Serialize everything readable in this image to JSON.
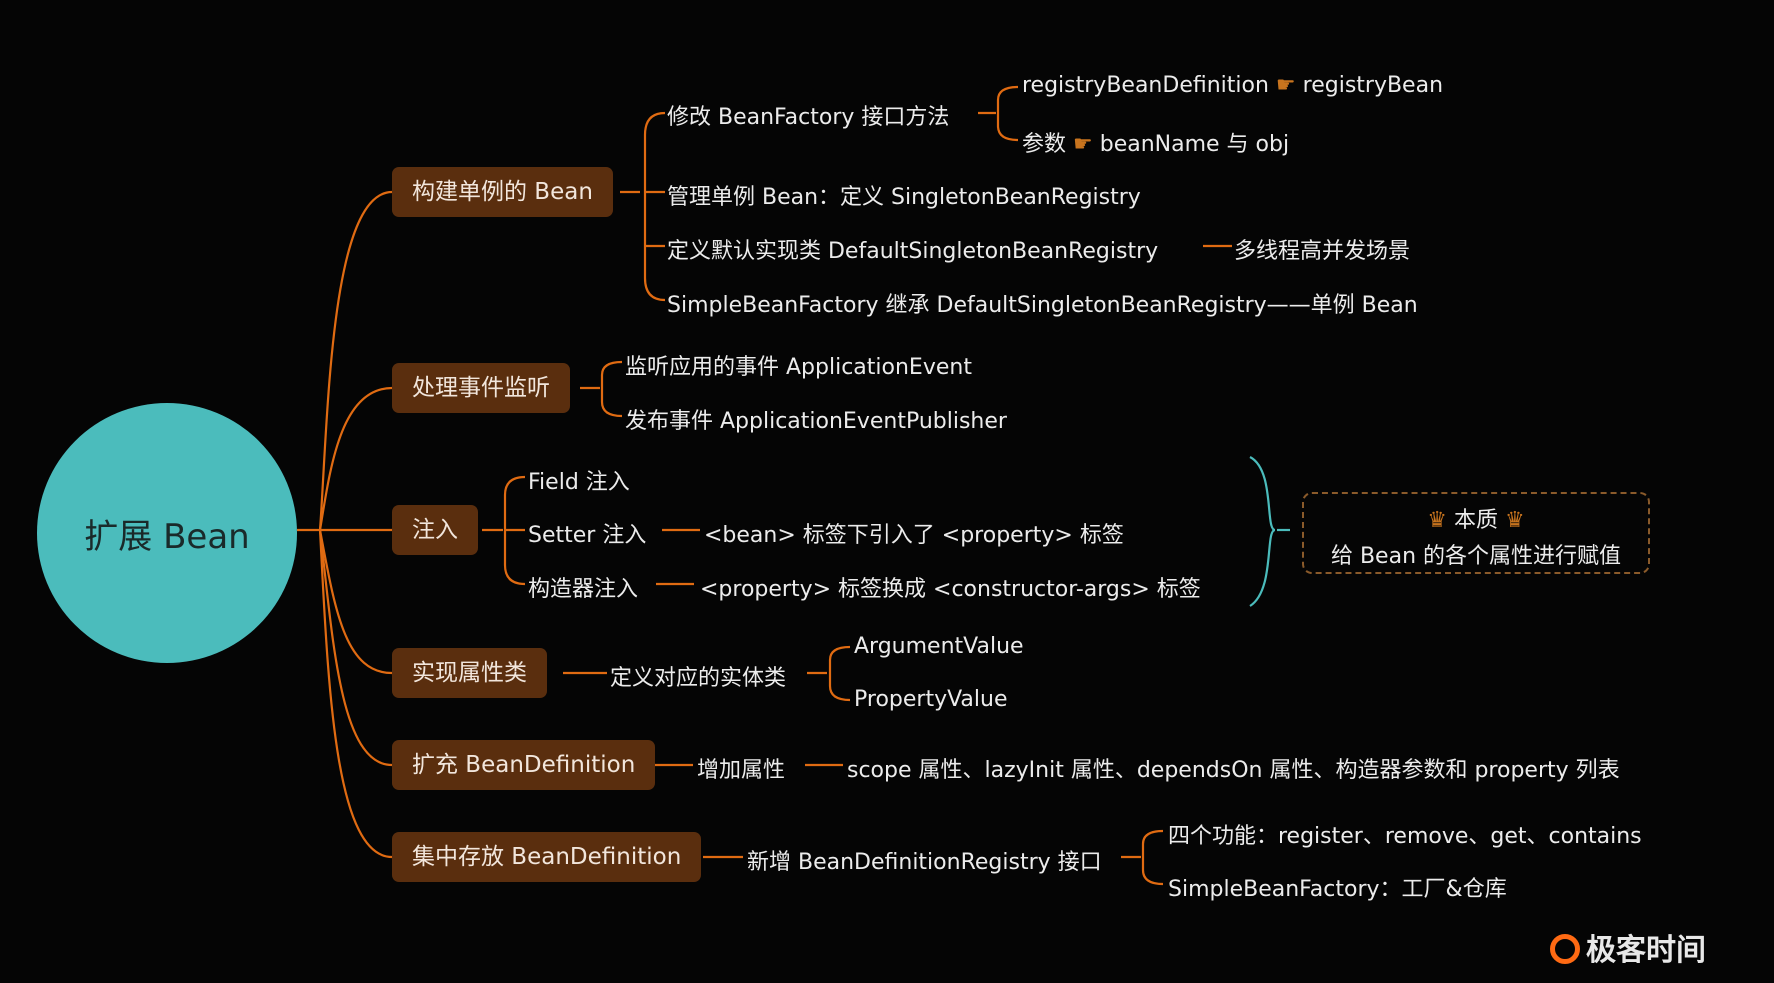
{
  "colors": {
    "background": "#050505",
    "root": "#4bbcbc",
    "branch": "#5a2e0e",
    "line": "#e06b12"
  },
  "root": "扩展 Bean",
  "branches": {
    "b1": {
      "label": "构建单例的 Bean",
      "l1": "修改 BeanFactory 接口方法",
      "l1a": "registryBeanDefinition",
      "l1a_b": "registryBean",
      "l1b": "参数",
      "l1b_b": "beanName 与 obj",
      "l2": "管理单例 Bean：定义 SingletonBeanRegistry",
      "l3": "定义默认实现类 DefaultSingletonBeanRegistry",
      "l3a": "多线程高并发场景",
      "l4": "SimpleBeanFactory 继承 DefaultSingletonBeanRegistry——单例 Bean"
    },
    "b2": {
      "label": "处理事件监听",
      "l1": "监听应用的事件 ApplicationEvent",
      "l2": "发布事件 ApplicationEventPublisher"
    },
    "b3": {
      "label": "注入",
      "l1": "Field 注入",
      "l2": "Setter 注入",
      "l2a": "<bean> 标签下引入了 <property> 标签",
      "l3": "构造器注入",
      "l3a": "<property> 标签换成 <constructor-args> 标签",
      "summary_title": "本质",
      "summary_text": "给 Bean 的各个属性进行赋值"
    },
    "b4": {
      "label": "实现属性类",
      "l1": "定义对应的实体类",
      "l1a": "ArgumentValue",
      "l1b": "PropertyValue"
    },
    "b5": {
      "label": "扩充 BeanDefinition",
      "l1": "增加属性",
      "l1a": "scope 属性、lazyInit 属性、dependsOn 属性、构造器参数和 property 列表"
    },
    "b6": {
      "label": "集中存放 BeanDefinition",
      "l1": "新增 BeanDefinitionRegistry 接口",
      "l1a": "四个功能：register、remove、get、contains",
      "l1b": "SimpleBeanFactory：工厂&仓库"
    }
  },
  "logo": "极客时间"
}
